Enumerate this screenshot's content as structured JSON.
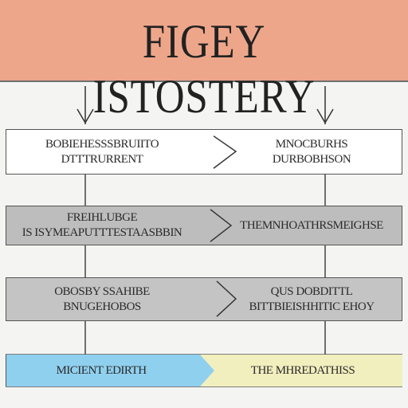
{
  "header": {
    "title": "FIGEY ISTOSTERY",
    "background": "#eea68a"
  },
  "rows": [
    {
      "left": [
        "BOBIEHESSSBRUIITO",
        "DTTTRURRENT"
      ],
      "right": [
        "MNOCBURHS",
        "DURBOBHSON"
      ],
      "background": "#ffffff"
    },
    {
      "left": [
        "FREIHLUBGE",
        "IS ISYMEAPUTTTESTAASBBIN"
      ],
      "right": [
        "THEMNHOATHRSMEIGHSE"
      ],
      "background": "#bdbdbd"
    },
    {
      "left": [
        "OBOSBY SSAHIBE",
        "BNUGEHOBOS"
      ],
      "right": [
        "QUS DOBDITTL",
        "BITTBIEISHHITIC EHOY"
      ],
      "background": "#c4c4c4"
    },
    {
      "left": [
        "MICIENT EDIRTH"
      ],
      "right": [
        "THE MHREDATHISS"
      ],
      "left_color": "#8fd0ee",
      "right_color": "#f2efbe"
    }
  ]
}
